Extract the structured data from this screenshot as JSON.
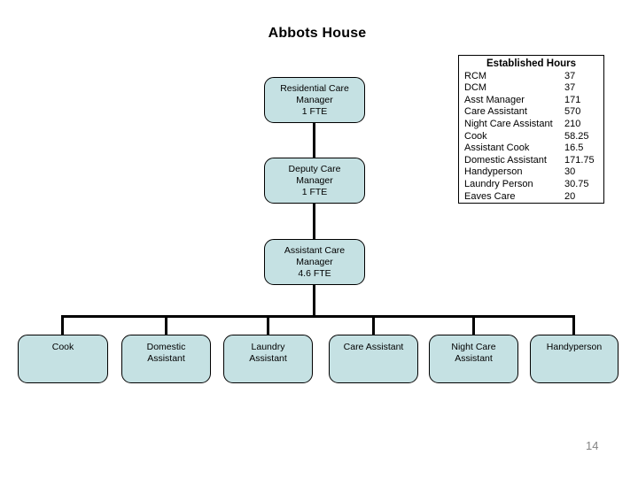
{
  "slide": {
    "title": "Abbots House",
    "page_number": "14"
  },
  "theme": {
    "box-fill": "#c5e1e3",
    "line-color": "#000000"
  },
  "org_chart": {
    "manager_boxes": [
      {
        "id": "residential-care-manager",
        "lines": [
          "Residential Care",
          "Manager",
          "1 FTE"
        ]
      },
      {
        "id": "deputy-care-manager",
        "lines": [
          "Deputy Care",
          "Manager",
          "1 FTE"
        ]
      },
      {
        "id": "assistant-care-manager",
        "lines": [
          "Assistant Care",
          "Manager",
          "4.6 FTE"
        ]
      }
    ],
    "staff_boxes": [
      {
        "id": "cook",
        "lines": [
          "Cook"
        ]
      },
      {
        "id": "domestic-assistant",
        "lines": [
          "Domestic",
          "Assistant"
        ]
      },
      {
        "id": "laundry-assistant",
        "lines": [
          "Laundry",
          "Assistant"
        ]
      },
      {
        "id": "care-assistant",
        "lines": [
          "Care Assistant"
        ]
      },
      {
        "id": "night-care-assistant",
        "lines": [
          "Night Care",
          "Assistant"
        ]
      },
      {
        "id": "handyperson",
        "lines": [
          "Handyperson"
        ]
      }
    ]
  },
  "hours_table": {
    "title": "Established Hours",
    "rows": [
      {
        "label": "RCM",
        "value": "37"
      },
      {
        "label": "DCM",
        "value": "37"
      },
      {
        "label": "Asst Manager",
        "value": "171"
      },
      {
        "label": "Care Assistant",
        "value": "570"
      },
      {
        "label": "Night Care Assistant",
        "value": "210"
      },
      {
        "label": "Cook",
        "value": "58.25"
      },
      {
        "label": "Assistant Cook",
        "value": "16.5"
      },
      {
        "label": "Domestic Assistant",
        "value": "171.75"
      },
      {
        "label": "Handyperson",
        "value": "30"
      },
      {
        "label": "Laundry Person",
        "value": "30.75"
      },
      {
        "label": "Eaves Care",
        "value": "20"
      }
    ]
  }
}
